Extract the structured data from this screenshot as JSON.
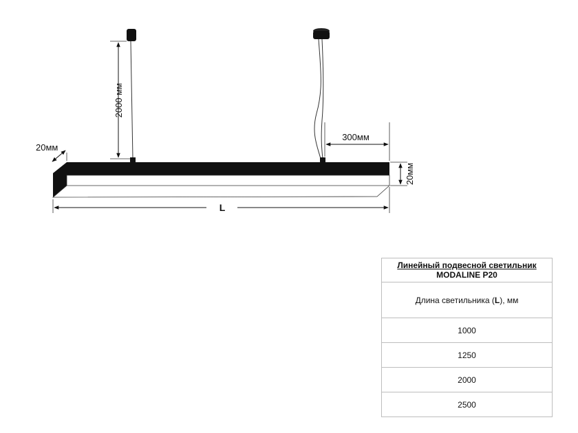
{
  "diagram": {
    "dim_width_label": "20мм",
    "dim_cable_label": "2000 мм",
    "dim_offset_label": "300мм",
    "dim_height_label": "20мм",
    "dim_length_label": "L"
  },
  "table": {
    "title_line1": "Линейный подвесной светильник",
    "title_line2": "MODALINE P20",
    "header_prefix": "Длина светильника (",
    "header_bold": "L",
    "header_suffix": "), мм",
    "values": [
      "1000",
      "1250",
      "2000",
      "2500"
    ]
  },
  "colors": {
    "body": "#111111",
    "line": "#333333",
    "border": "#bdbdbd"
  }
}
